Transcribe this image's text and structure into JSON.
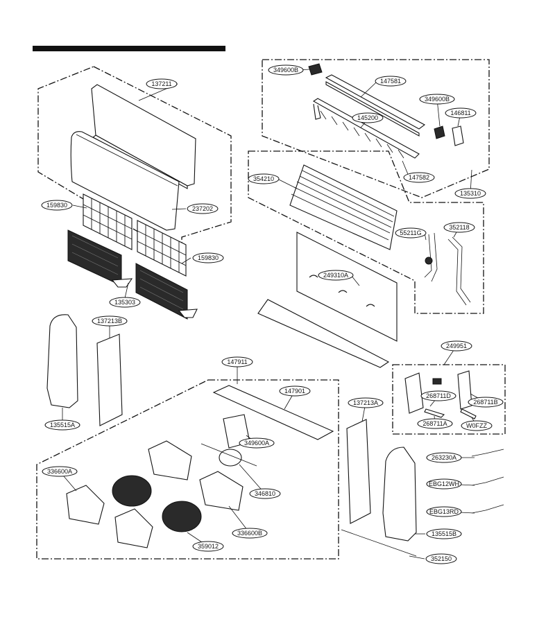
{
  "title": "",
  "labels": [
    {
      "id": "137211",
      "text": "137211"
    },
    {
      "id": "237202",
      "text": "237202"
    },
    {
      "id": "159830a",
      "text": "159830"
    },
    {
      "id": "159830b",
      "text": "159830"
    },
    {
      "id": "135303",
      "text": "135303"
    },
    {
      "id": "349600b1",
      "text": "349600B"
    },
    {
      "id": "147581",
      "text": "147581"
    },
    {
      "id": "349600b2",
      "text": "349600B"
    },
    {
      "id": "145200",
      "text": "145200"
    },
    {
      "id": "146811",
      "text": "146811"
    },
    {
      "id": "147582",
      "text": "147582"
    },
    {
      "id": "135310",
      "text": "135310"
    },
    {
      "id": "354210",
      "text": "354210"
    },
    {
      "id": "55211g",
      "text": "55211G"
    },
    {
      "id": "352118",
      "text": "352118"
    },
    {
      "id": "249310a",
      "text": "249310A"
    },
    {
      "id": "137213b",
      "text": "137213B"
    },
    {
      "id": "135515a",
      "text": "135515A"
    },
    {
      "id": "147911",
      "text": "147911"
    },
    {
      "id": "147901",
      "text": "147901"
    },
    {
      "id": "349600a",
      "text": "349600A"
    },
    {
      "id": "346810",
      "text": "346810"
    },
    {
      "id": "336600a",
      "text": "336600A"
    },
    {
      "id": "336600b",
      "text": "336600B"
    },
    {
      "id": "359012",
      "text": "359012"
    },
    {
      "id": "137213a",
      "text": "137213A"
    },
    {
      "id": "249951",
      "text": "249951"
    },
    {
      "id": "268711d",
      "text": "268711D"
    },
    {
      "id": "268711b",
      "text": "268711B"
    },
    {
      "id": "268711a",
      "text": "268711A"
    },
    {
      "id": "w0fzz",
      "text": "W0FZZ"
    },
    {
      "id": "263230a",
      "text": "263230A"
    },
    {
      "id": "ebg12wh",
      "text": "EBG12WH"
    },
    {
      "id": "ebg13rd",
      "text": "EBG13RD"
    },
    {
      "id": "135515b",
      "text": "135515B"
    },
    {
      "id": "352150",
      "text": "352150"
    }
  ]
}
